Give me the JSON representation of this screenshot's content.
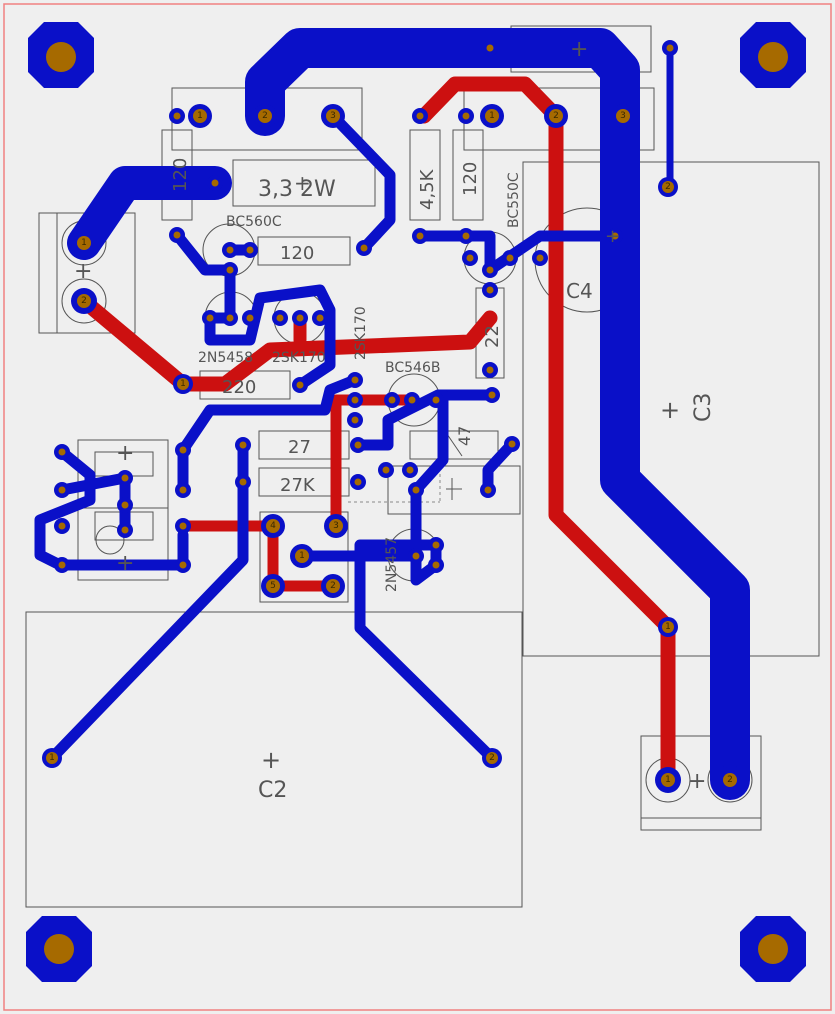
{
  "colors": {
    "background": "#efefef",
    "bottom_copper": "#0a10c8",
    "top_copper": "#cc1010",
    "pad_hole": "#a66a00",
    "silkscreen": "#555555",
    "board_edge": "#f08080"
  },
  "components": {
    "res_3w": "3,3  2W",
    "res_120_a": "120",
    "res_120_b": "120",
    "res_120_c": "120",
    "res_4k5": "4,5K",
    "res_220": "220",
    "res_27": "27",
    "res_27k": "27K",
    "res_22": "22",
    "res_47": "47",
    "tr_bc560c": "BC560C",
    "tr_bc550c": "BC550C",
    "tr_bc546b": "BC546B",
    "tr_2n5457": "2N5457",
    "tr_2n5458": "2N5458",
    "tr_2sk170_a": "2SK170",
    "tr_2sk170_b": "2SK170",
    "cap_c4": "C4",
    "cap_c3": "C3",
    "cap_c2": "C2",
    "plus": "+"
  },
  "pads": {
    "one": "1",
    "two": "2",
    "three": "3",
    "four": "4",
    "five": "5"
  }
}
